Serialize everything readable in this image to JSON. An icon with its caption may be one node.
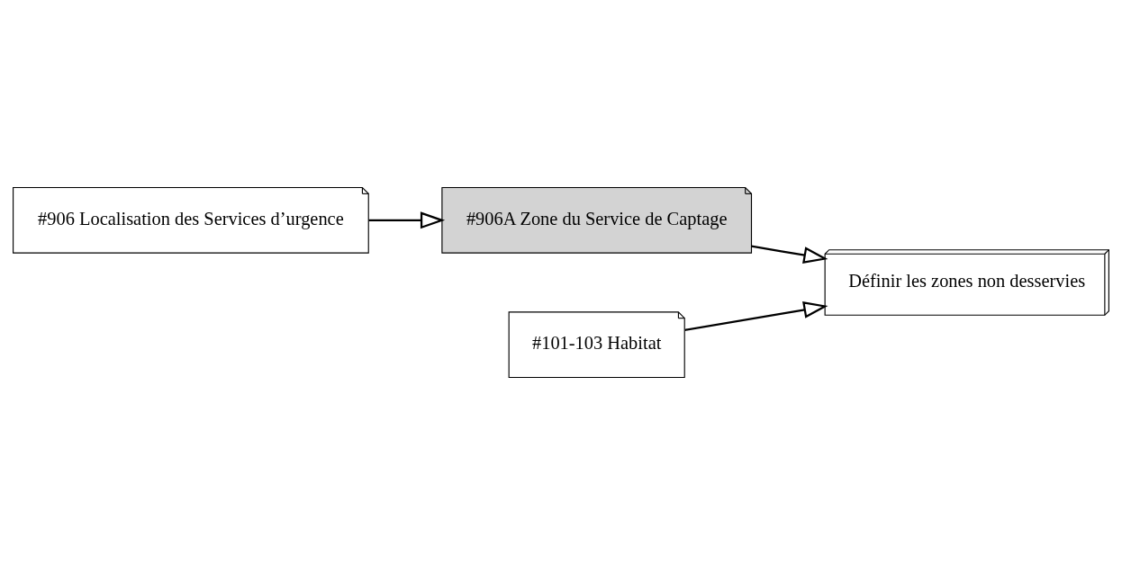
{
  "diagram": {
    "nodes": [
      {
        "text": [
          "#906 Localisation des Services d’urgence"
        ]
      },
      {
        "text": [
          "#906A Zone du Service de Captage"
        ]
      },
      {
        "text": [
          "#101-103 Habitat"
        ]
      },
      {
        "text": [
          "Définir les zones non desservies"
        ]
      }
    ],
    "edges": [
      {
        "from": 0,
        "to": 1,
        "arrow": "to"
      },
      {
        "from": 1,
        "to": 3,
        "arrow": "to"
      },
      {
        "from": 2,
        "to": 3,
        "arrow": "to"
      }
    ]
  }
}
